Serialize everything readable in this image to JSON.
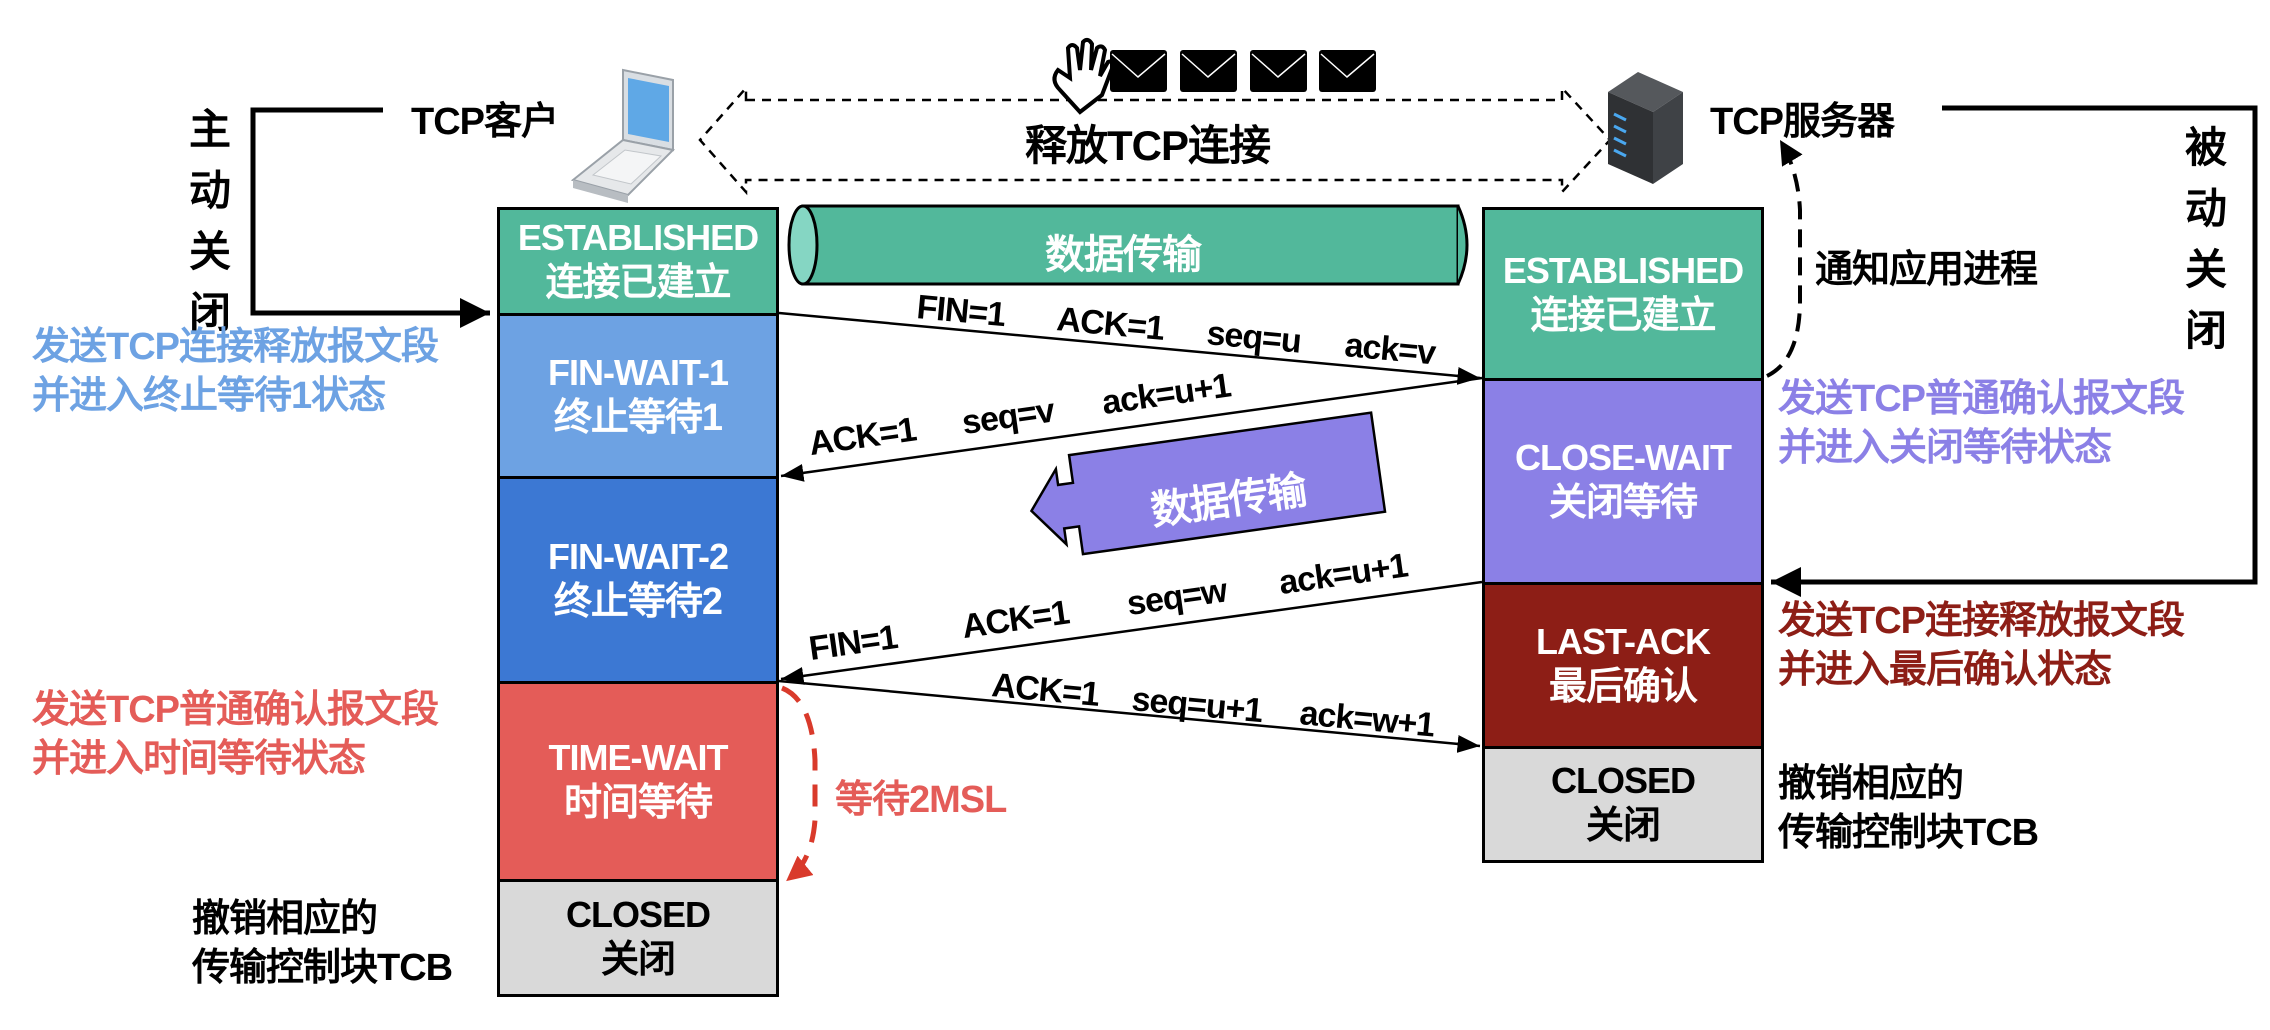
{
  "title": "释放TCP连接",
  "colors": {
    "established": "#52b89b",
    "fin_wait_1": "#6da2e3",
    "fin_wait_2": "#3c78d3",
    "time_wait": "#e45c58",
    "closed": "#d9d9d9",
    "close_wait": "#8b80e6",
    "last_ack": "#8d1e16",
    "note_blue": "#6da2e3",
    "note_red": "#e45c58",
    "note_purple": "#8b80e6",
    "note_darkred": "#8d1e16"
  },
  "client": {
    "label": "TCP客户",
    "icon": "laptop-icon",
    "side_label": [
      "主",
      "动",
      "关",
      "闭"
    ],
    "states": [
      {
        "en": "ESTABLISHED",
        "zh": "连接已建立"
      },
      {
        "en": "FIN-WAIT-1",
        "zh": "终止等待1"
      },
      {
        "en": "FIN-WAIT-2",
        "zh": "终止等待2"
      },
      {
        "en": "TIME-WAIT",
        "zh": "时间等待"
      },
      {
        "en": "CLOSED",
        "zh": "关闭"
      }
    ],
    "notes": {
      "fin_wait_1": [
        "发送TCP连接释放报文段",
        "并进入终止等待1状态"
      ],
      "time_wait": [
        "发送TCP普通确认报文段",
        "并进入时间等待状态"
      ],
      "closed": [
        "撤销相应的",
        "传输控制块TCB"
      ]
    }
  },
  "server": {
    "label": "TCP服务器",
    "icon": "server-icon",
    "side_label": [
      "被",
      "动",
      "关",
      "闭"
    ],
    "notify": "通知应用进程",
    "states": [
      {
        "en": "ESTABLISHED",
        "zh": "连接已建立"
      },
      {
        "en": "CLOSE-WAIT",
        "zh": "关闭等待"
      },
      {
        "en": "LAST-ACK",
        "zh": "最后确认"
      },
      {
        "en": "CLOSED",
        "zh": "关闭"
      }
    ],
    "notes": {
      "close_wait": [
        "发送TCP普通确认报文段",
        "并进入关闭等待状态"
      ],
      "last_ack": [
        "发送TCP连接释放报文段",
        "并进入最后确认状态"
      ],
      "closed": [
        "撤销相应的",
        "传输控制块TCB"
      ]
    }
  },
  "data_transfer": "数据传输",
  "data_transfer_back": "数据传输",
  "wait_2msl": "等待2MSL",
  "segments": [
    {
      "parts": [
        "FIN=1",
        "ACK=1",
        "seq=u",
        "ack=v"
      ],
      "direction": "client-to-server"
    },
    {
      "parts": [
        "ACK=1",
        "seq=v",
        "ack=u+1"
      ],
      "direction": "server-to-client"
    },
    {
      "parts": [
        "FIN=1",
        "ACK=1",
        "seq=w",
        "ack=u+1"
      ],
      "direction": "server-to-client"
    },
    {
      "parts": [
        "ACK=1",
        "seq=u+1",
        "ack=w+1"
      ],
      "direction": "client-to-server"
    }
  ],
  "icons": [
    "wave-hand-icon",
    "envelope-icon",
    "envelope-icon",
    "envelope-icon",
    "envelope-icon"
  ]
}
